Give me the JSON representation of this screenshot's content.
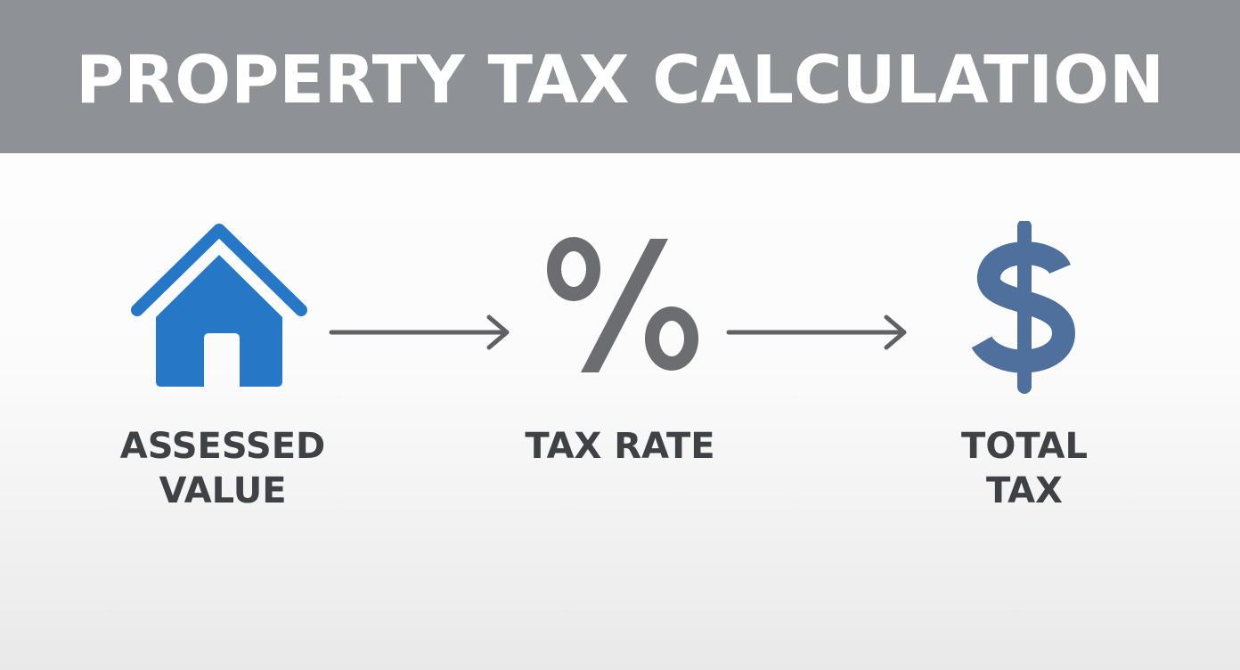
{
  "header": {
    "title": "PROPERTY TAX CALCULATION",
    "background_color": "#8e9195",
    "text_color": "#ffffff"
  },
  "steps": [
    {
      "icon": "house-icon",
      "color": "#2677c6",
      "label_lines": [
        "ASSESSED",
        "VALUE"
      ]
    },
    {
      "icon": "percent-icon",
      "color": "#6b6d70",
      "label_lines": [
        "TAX RATE"
      ]
    },
    {
      "icon": "dollar-icon",
      "color": "#4f6f9c",
      "label_lines": [
        "TOTAL",
        "TAX"
      ]
    }
  ],
  "connectors": [
    {
      "icon": "arrow-right-icon",
      "color": "#5f6164"
    },
    {
      "icon": "arrow-right-icon",
      "color": "#5f6164"
    }
  ],
  "label_color": "#3e4145"
}
